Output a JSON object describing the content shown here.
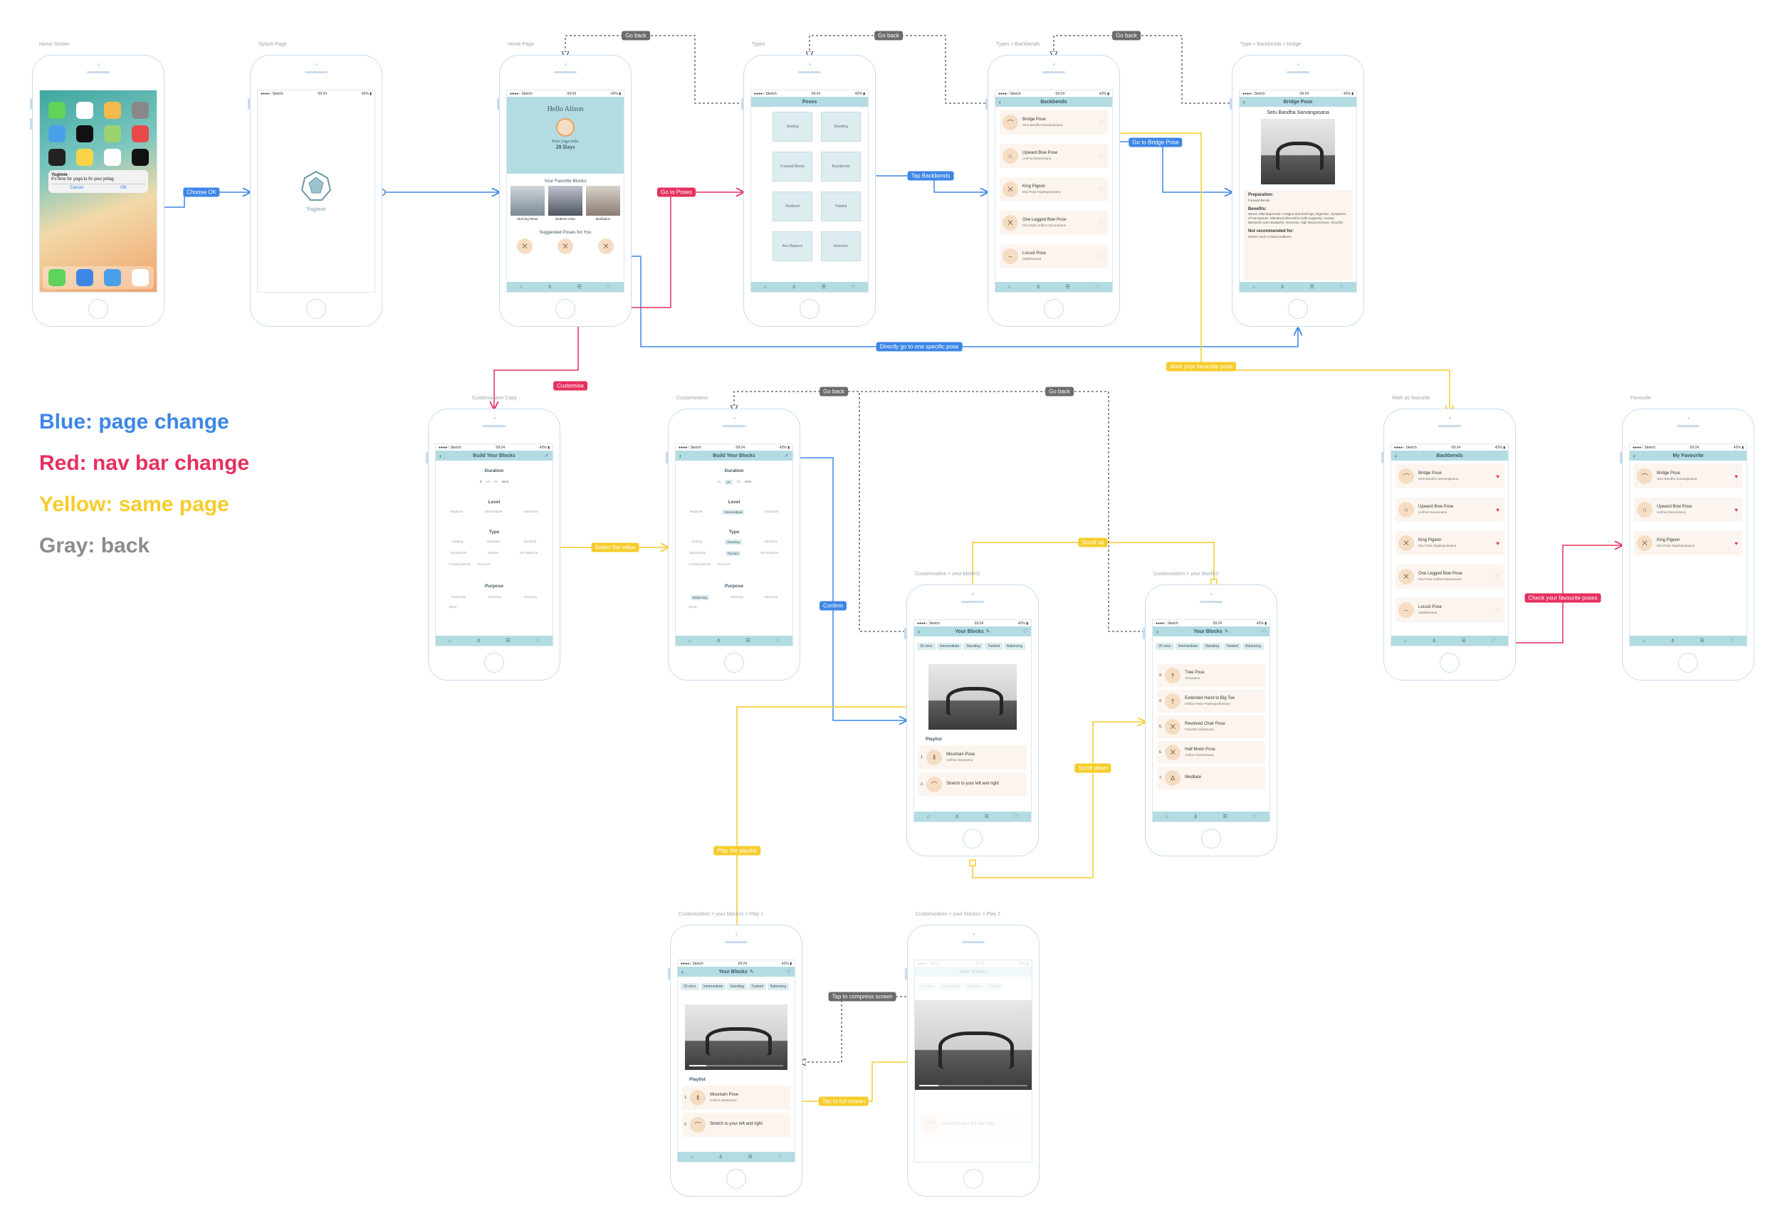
{
  "legend": [
    {
      "label": "Blue: page change",
      "color": "#3d86e6"
    },
    {
      "label": "Red: nav bar change",
      "color": "#e6305e"
    },
    {
      "label": "Yellow: same page",
      "color": "#f6cc2a"
    },
    {
      "label": "Gray: back",
      "color": "#8c8c8c"
    }
  ],
  "colors": {
    "blue": "#3d86e6",
    "red": "#e6305e",
    "yellow": "#f6cc2a",
    "gray": "#6b6b6b"
  },
  "frames": {
    "home_screen": {
      "label": "Home Screen"
    },
    "splash": {
      "label": "Splash Page",
      "brand": "Yogimie"
    },
    "home_page": {
      "label": "Home Page",
      "greeting": "Hello Alison",
      "streak_caption": "Your yoga mile:",
      "streak_days": "20 Days",
      "favorite_title": "Your Favorite Blocks",
      "favorites": [
        "Morning Ritual",
        "Bedtime relax",
        "Meditation"
      ],
      "suggested_title": "Suggested Poses for You"
    },
    "types": {
      "label": "Types",
      "title": "Poses",
      "tiles": [
        "Seating",
        "Standing",
        "Forward Bends",
        "Backbends",
        "Reclined",
        "Twisted",
        "Arm Balance",
        "Inversion"
      ]
    },
    "backbends": {
      "label": "Types > Backbends",
      "title": "Backbends"
    },
    "bridge": {
      "label": "Type > Backbends > bridge",
      "title": "Bridge Pose",
      "subtitle": "Setu Bandha Sarvangasana",
      "prep_title": "Preparation:",
      "prep_text": "Forward Bends",
      "benefits_title": "Benefits:",
      "benefits_text": "Stress, Mild depression, Fatigue and tired legs, Digestion, Symptoms of menopause, Menstrual discomfort (with supports), Anxiety, Backache and Headache, Insomnia, High blood pressure, Sinusitis",
      "notrec_title": "Not recommended for:",
      "notrec_text": "Severe neck or back problems"
    },
    "custom_copy": {
      "label": "Customization Copy",
      "title": "Build Your Blocks"
    },
    "custom": {
      "label": "Customization",
      "title": "Build Your Blocks"
    },
    "blocks1": {
      "label": "Customization > your blocks1",
      "title": "Your Blocks"
    },
    "blocks2": {
      "label": "Customization > your blocks2",
      "title": "Your Blocks"
    },
    "play1": {
      "label": "Customization > your blocks1 > Play 1",
      "title": "Your Blocks"
    },
    "play2": {
      "label": "Customization > your blocks1 > Play 2",
      "title": "Your Blocks"
    },
    "mark_fav": {
      "label": "Mark as favourite",
      "title": "Backbends"
    },
    "favourite": {
      "label": "Favourite",
      "title": "My Favourite"
    }
  },
  "status": {
    "carrier": "●●●●○ Sketch",
    "time": "09:24",
    "battery": "42% ▮"
  },
  "home_alert": {
    "app": "Yogimie",
    "message": "It's time for yoga to fix your jetlag.",
    "cancel": "Cancel",
    "ok": "OK"
  },
  "builder": {
    "duration_title": "Duration",
    "duration_prev": "15",
    "duration_value": "20",
    "duration_next": "25",
    "duration_unit": "mins",
    "level_title": "Level",
    "levels": [
      "Beginner",
      "Intermediate",
      "Advanced"
    ],
    "type_title": "Type",
    "types": [
      "Seating",
      "Standing",
      "Reclined",
      "Backbends",
      "Twisted",
      "Arm Balance",
      "Forward Bends",
      "Inversion"
    ],
    "purpose_title": "Purpose",
    "purposes": [
      "Balancing",
      "Relaxing",
      "Detoxing",
      "Sleep"
    ]
  },
  "block_tags": [
    "20 mins",
    "Intermediate",
    "Standing",
    "Twisted",
    "Balancing"
  ],
  "playlist": {
    "title": "Playlist",
    "items": [
      {
        "num": "1.",
        "name": "Mountain Pose",
        "sanskrit": "Urdhva Hastasana"
      },
      {
        "num": "2.",
        "name": "Stretch to your left and right",
        "sanskrit": ""
      }
    ]
  },
  "backbend_poses": [
    {
      "name": "Bridge Pose",
      "sanskrit": "Setu Bandha Sarvangasana"
    },
    {
      "name": "Upward Bow Pose",
      "sanskrit": "Urdhva Danurasana"
    },
    {
      "name": "King Pigeon",
      "sanskrit": "Eka Pada Rajakapotasana"
    },
    {
      "name": "One Legged Bow Pose",
      "sanskrit": "Eka Pada Urdhva Danurasana"
    },
    {
      "name": "Locust Pose",
      "sanskrit": "Salabhasana"
    }
  ],
  "blocks2_poses": [
    {
      "num": "3.",
      "name": "Tree Pose",
      "sanskrit": "Vrksasana"
    },
    {
      "num": "4.",
      "name": "Extended Hand to Big Toe",
      "sanskrit": "Utthita Hasta Padangusthasana"
    },
    {
      "num": "5.",
      "name": "Revolved Chair Pose",
      "sanskrit": "Parivrtta Utkatasana"
    },
    {
      "num": "6.",
      "name": "Half Moon Pose",
      "sanskrit": "Ardha Chandrasana"
    },
    {
      "num": "7.",
      "name": "Meditate",
      "sanskrit": ""
    }
  ],
  "edge_labels": {
    "choose_ok": "Choose OK",
    "go_to_poses": "Go to Poses",
    "tap_backbends": "Tap Backbends",
    "go_to_bridge": "Go to Bridge Pose",
    "directly": "Directly go to one specific pose",
    "mark_fav": "Mark your favourite pose",
    "customise": "Customise",
    "select_value": "Select the value",
    "confirm": "Confirm",
    "scroll_up": "Scroll up",
    "scroll_down": "Scroll down",
    "check_fav": "Check your favourite poses",
    "play": "Play the playlist",
    "tap_compress": "Tap to compress screen",
    "tap_full": "Tap to full screen",
    "go_back": "Go back"
  }
}
